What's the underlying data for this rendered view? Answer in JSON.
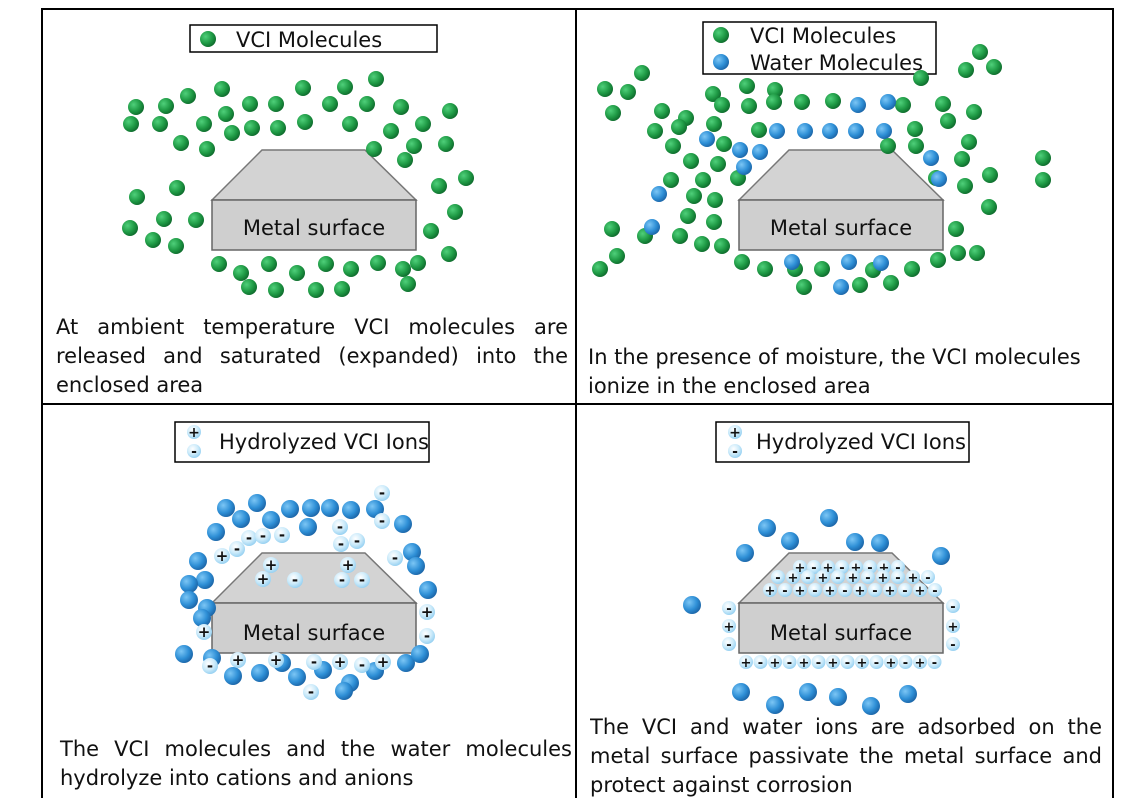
{
  "legend": {
    "vci": "VCI Molecules",
    "water": "Water Molecules",
    "hydrolyzed": "Hydrolyzed VCI Ions",
    "plus": "+",
    "minus": "-"
  },
  "metal_label": "Metal surface",
  "captions": {
    "p1": "At ambient temperature VCI molecules are released and saturated (expanded) into the enclosed area",
    "p2": "In the presence of moisture, the VCI molecules ionize in the enclosed area",
    "p3": "The VCI molecules and the water molecules hydrolyze into cations and anions",
    "p4": "The VCI and water ions are adsorbed on the metal surface passivate the metal surface and protect against corrosion"
  },
  "colors": {
    "vci_green": "#1f9a45",
    "water_blue": "#2e8fd6",
    "ion_light": "#bfe3f6",
    "metal_fill": "#cfcfcf",
    "border": "#000000"
  }
}
